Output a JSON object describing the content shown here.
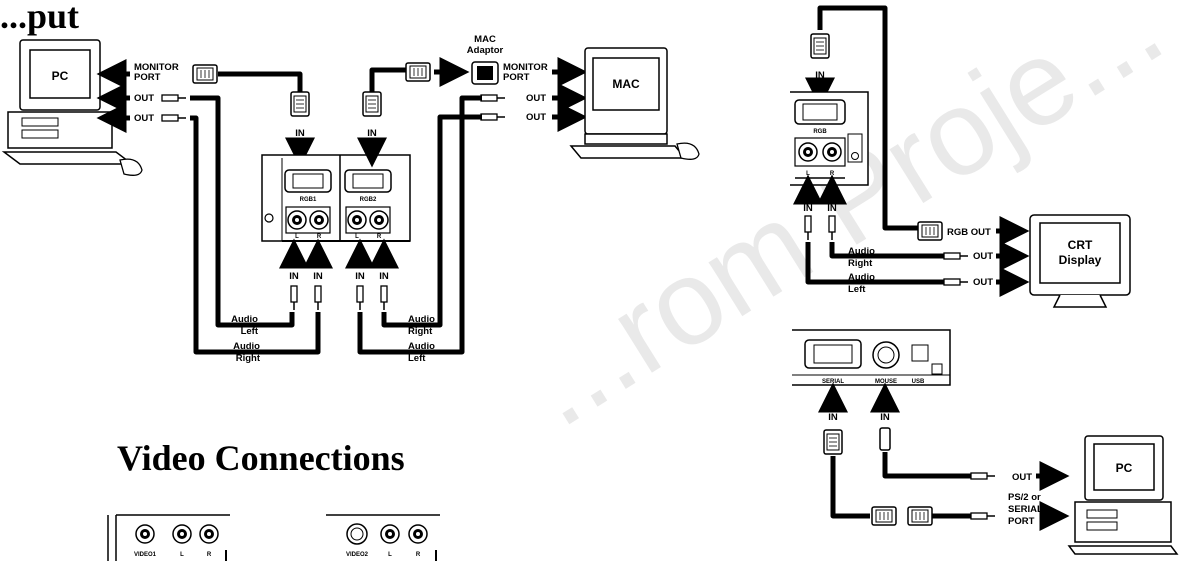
{
  "headings": {
    "top": "...put",
    "video": "Video Connections"
  },
  "watermark": "...rom Proje...",
  "devices": {
    "pc_left": "PC",
    "mac": "MAC",
    "crt": "CRT Display",
    "pc_right": "PC"
  },
  "labels": {
    "monitor_port": [
      "MONITOR",
      "PORT"
    ],
    "out": "OUT",
    "in": "IN",
    "mac_adaptor": [
      "MAC",
      "Adaptor"
    ],
    "audio_left": [
      "Audio",
      "Left"
    ],
    "audio_right": [
      "Audio",
      "Right"
    ],
    "rgb_out": "RGB OUT",
    "ps2_serial": [
      "PS/2 or",
      "SERIAL",
      "PORT"
    ]
  },
  "panel": {
    "rgb1": "RGB1",
    "rgb2": "RGB2",
    "rgb": "RGB",
    "l": "L",
    "r": "R",
    "serial": "SERIAL",
    "mouse": "MOUSE",
    "usb": "USB",
    "video1": "VIDEO1",
    "video2": "VIDEO2"
  }
}
